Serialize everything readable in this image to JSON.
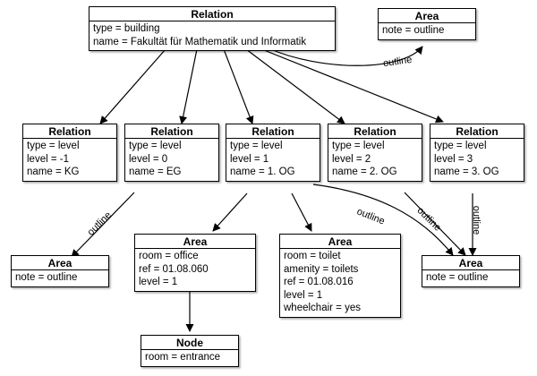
{
  "nodes": {
    "rel_building": {
      "title": "Relation",
      "attrs": [
        "type = building",
        "name = Fakultät für Mathematik und Informatik"
      ]
    },
    "area_top": {
      "title": "Area",
      "attrs": [
        "note = outline"
      ]
    },
    "rel_kg": {
      "title": "Relation",
      "attrs": [
        "type = level",
        "level = -1",
        "name = KG"
      ]
    },
    "rel_eg": {
      "title": "Relation",
      "attrs": [
        "type = level",
        "level = 0",
        "name = EG"
      ]
    },
    "rel_1og": {
      "title": "Relation",
      "attrs": [
        "type = level",
        "level = 1",
        "name = 1. OG"
      ]
    },
    "rel_2og": {
      "title": "Relation",
      "attrs": [
        "type = level",
        "level = 2",
        "name = 2. OG"
      ]
    },
    "rel_3og": {
      "title": "Relation",
      "attrs": [
        "type = level",
        "level = 3",
        "name = 3. OG"
      ]
    },
    "area_left": {
      "title": "Area",
      "attrs": [
        "note = outline"
      ]
    },
    "area_office": {
      "title": "Area",
      "attrs": [
        "room = office",
        "ref = 01.08.060",
        "level = 1"
      ]
    },
    "area_toilet": {
      "title": "Area",
      "attrs": [
        "room = toilet",
        "amenity = toilets",
        "ref = 01.08.016",
        "level = 1",
        "wheelchair = yes"
      ]
    },
    "area_right": {
      "title": "Area",
      "attrs": [
        "note = outline"
      ]
    },
    "node_entrance": {
      "title": "Node",
      "attrs": [
        "room = entrance"
      ]
    }
  },
  "edges": {
    "building_to_area_top": {
      "label": "outline"
    },
    "eg_to_area_left": {
      "label": "outline"
    },
    "og1_to_area_right": {
      "label": "outline"
    },
    "og2_to_area_right": {
      "label": "outline"
    },
    "og3_to_area_right": {
      "label": "outline"
    }
  }
}
